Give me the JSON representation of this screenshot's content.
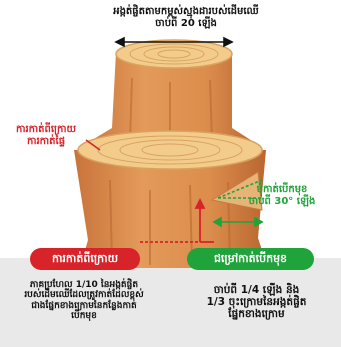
{
  "top_caption": {
    "line1": "អង្កត់ផ្ចិតតាមកម្ពស់ស្មុងដារបស់ដើមឈើ",
    "line2": "ចាប់ពី 20 ឡើង"
  },
  "lower_cut_label": {
    "line1": "ការកាត់ពីក្រោយ",
    "line2": "ការកាត់ផ្ទៃ"
  },
  "notch_label": {
    "line1": "មុំកាត់បើកមុខ",
    "line2": "ចាប់ពី 30° ឡើង"
  },
  "badges": {
    "lower_cut": "ការកាត់ពីក្រោយ",
    "notch_depth": "ជម្រៅកាត់បើកមុខ"
  },
  "left_description": {
    "line1": "ភាគប្រហែល 1/10 នៃអង្កត់ផ្ចិត",
    "line2": "របស់ដើមឈើដែលត្រូវកាត់ដែលខ្ពស់",
    "line3": "ជាងផ្នែកខាងក្រោមនៃកន្លែងកាត់",
    "line4": "បើកមុខ"
  },
  "right_description": {
    "line1": "ចាប់ពី 1/4 ឡើង និង",
    "line2": "1/3 ចុះក្រោមនៃអង្កត់ផ្ចិត",
    "line3": "ផ្នែកខាងក្រោម"
  },
  "colors": {
    "red": "#d8232a",
    "green": "#1fa33a",
    "bark": "#d9884b",
    "wood": "#f3cc8c",
    "band": "#e9e9e9"
  }
}
